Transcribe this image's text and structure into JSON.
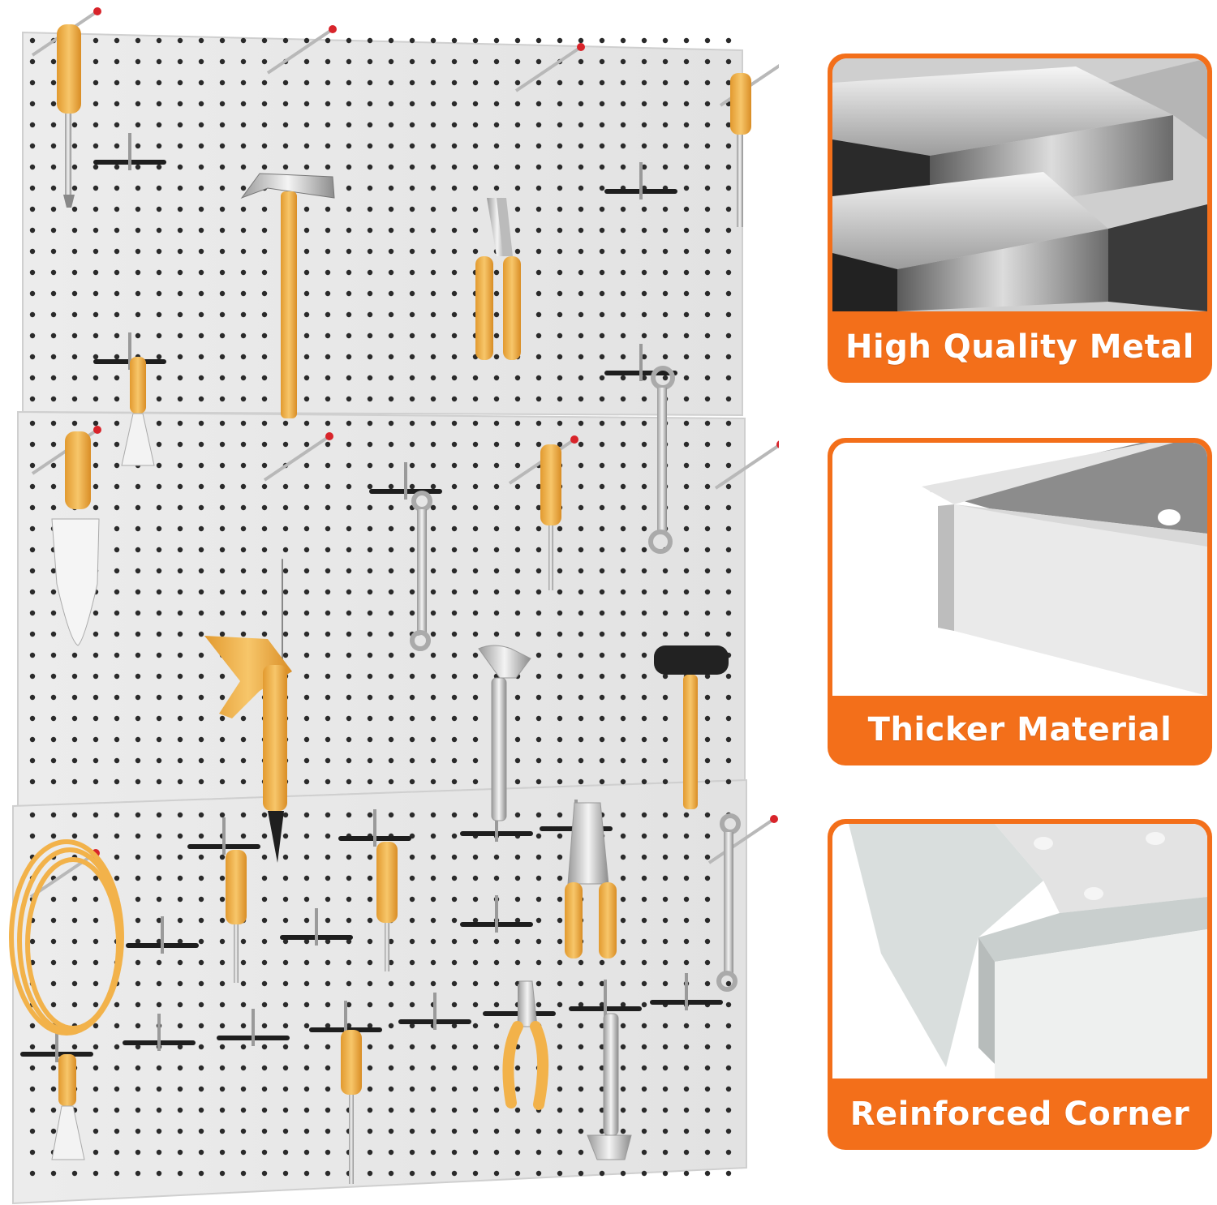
{
  "features": [
    {
      "caption": "High Quality Metal",
      "image": "metal-bars"
    },
    {
      "caption": "Thicker Material",
      "image": "folded-edge"
    },
    {
      "caption": "Reinforced Corner",
      "image": "reinforced-corner"
    }
  ],
  "pegboard": {
    "panels": 3,
    "panel_color": "#e6e6e6",
    "hole_color": "#2a2a2a",
    "tool_accent": "#f2b24a"
  },
  "colors": {
    "accent_orange": "#f36f1a",
    "caption_text": "#ffffff"
  }
}
